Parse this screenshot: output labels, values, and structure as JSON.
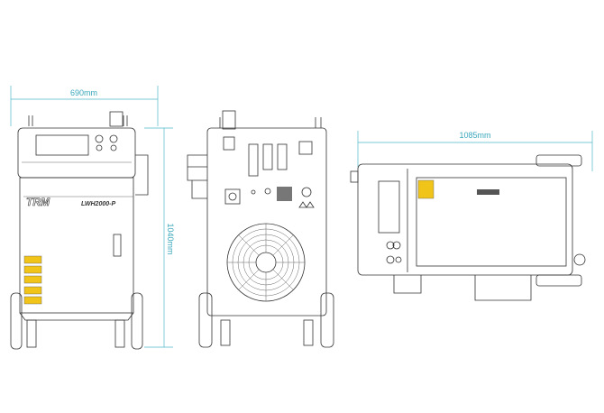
{
  "front_view": {
    "width_label": "690mm",
    "height_label": "1040mm",
    "logo": "TRM",
    "model": "LWH2000-P"
  },
  "top_view": {
    "length_label": "1085mm"
  },
  "colors": {
    "dimension": "#4fb8c8",
    "warning_label": "#f0c419",
    "line": "#333333"
  }
}
